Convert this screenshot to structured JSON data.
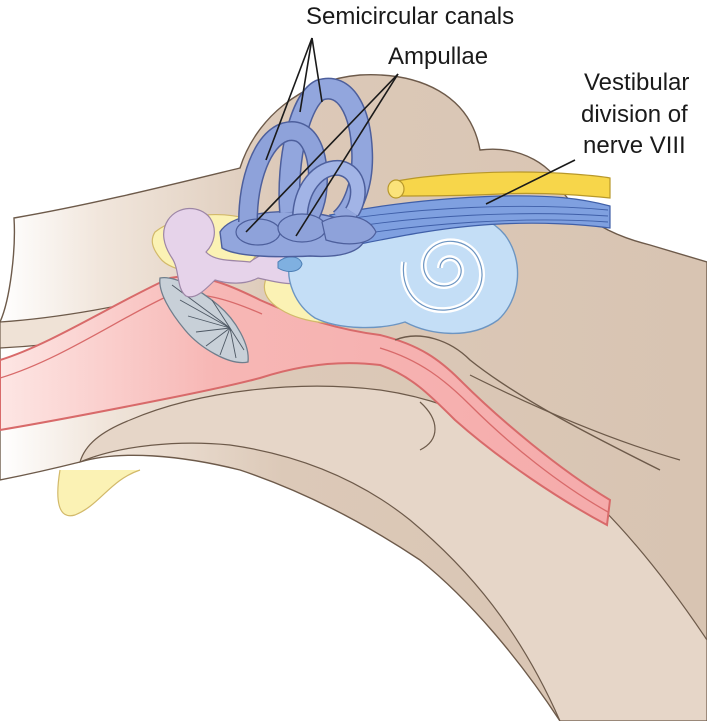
{
  "labels": {
    "semicircular_canals": "Semicircular canals",
    "ampullae": "Ampullae",
    "vestibular_line1": "Vestibular",
    "vestibular_line2": "division of",
    "vestibular_line3": "nerve VIII"
  },
  "colors": {
    "bone": "#dcc9b8",
    "bone_outline": "#6d5a4a",
    "skin_light": "#f0e4da",
    "canal": "#92a6dd",
    "canal_outline": "#4d5f9c",
    "cochlea": "#c4def6",
    "cochlea_outline": "#6c95c2",
    "ear_canal": "#f8b8b8",
    "ear_canal_outline": "#d86a6a",
    "ossicles": "#e6d3ea",
    "fat": "#fbf2b4",
    "nerve_yellow": "#f7d64a",
    "nerve_blue": "#4f78c8",
    "eardrum": "#b9c4cf"
  },
  "icons": [
    "ear-anatomy-illustration"
  ]
}
